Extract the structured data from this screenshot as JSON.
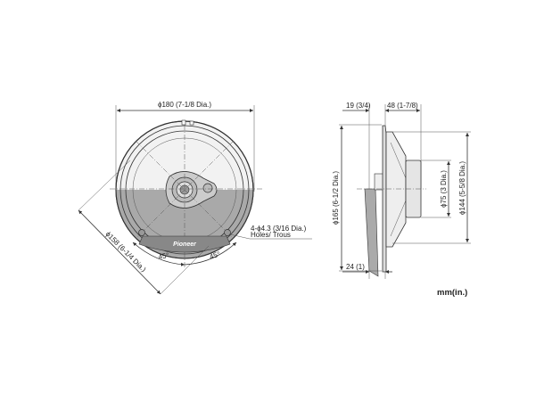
{
  "front_view": {
    "outer_diameter_label": "ϕ180 (7-1/8 Dia.)",
    "mount_diameter_label": "ϕ158 (6-1/4 Dia.)",
    "holes_label_line1": "4-ϕ4.3 (3/16 Dia.)",
    "holes_label_line2": "Holes/ Trous",
    "angle_left": "45°",
    "angle_right": "45°",
    "brand_logo": "Pioneer"
  },
  "side_view": {
    "flange_depth_label": "19 (3/4)",
    "depth_label": "48 (1-7/8)",
    "front_depth_label": "24 (1)",
    "cutout_diameter_label": "ϕ165 (6-1/2 Dia.)",
    "magnet_diameter_label": "ϕ75 (3 Dia.)",
    "basket_diameter_label": "ϕ144 (5-5/8 Dia.)"
  },
  "units_label": "mm(in.)"
}
